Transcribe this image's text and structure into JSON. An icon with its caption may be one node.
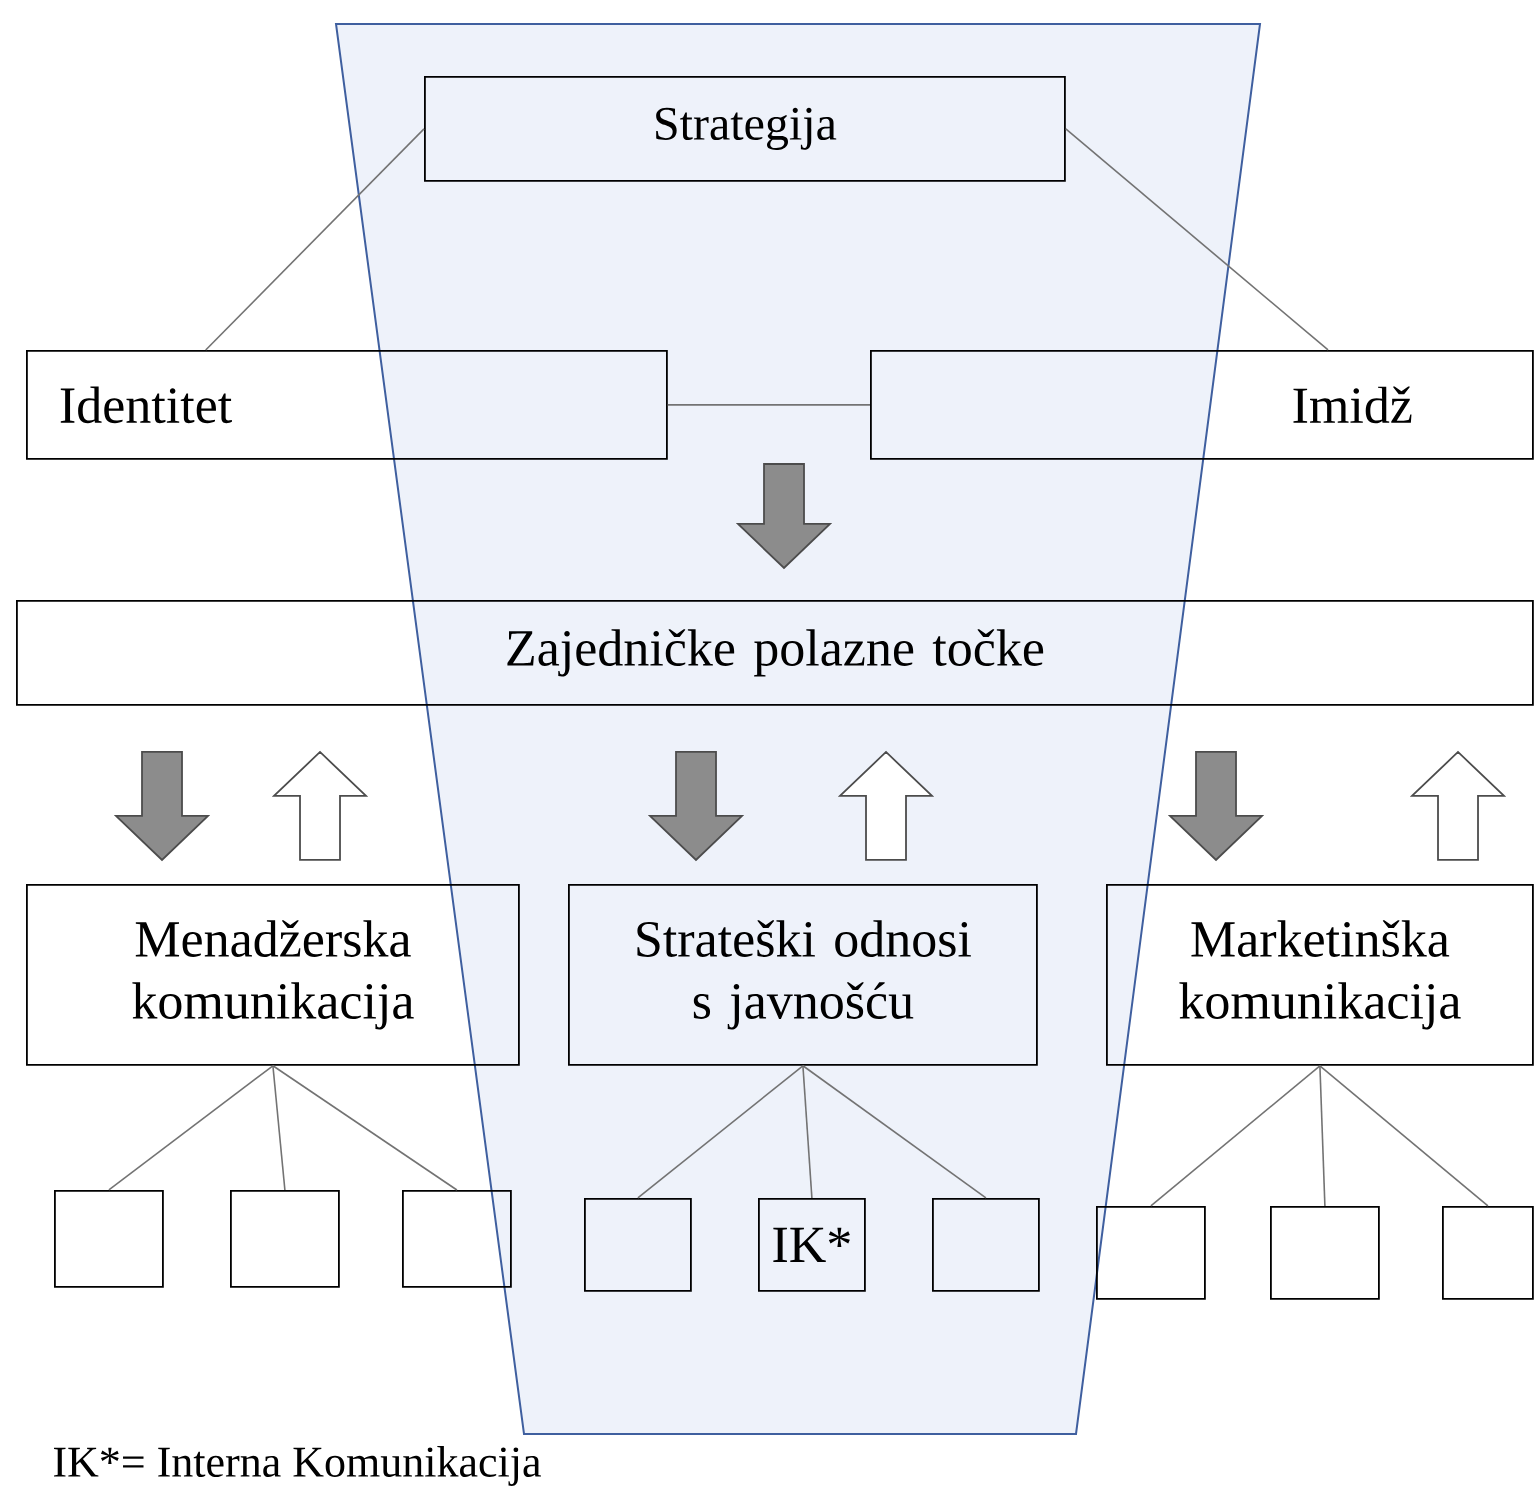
{
  "diagram": {
    "nodes": [
      {
        "text": [
          "Strategija"
        ]
      },
      {
        "text": [
          "Identitet"
        ]
      },
      {
        "text": [
          "Imidž"
        ]
      },
      {
        "text": [
          "Zajedničke polazne točke"
        ]
      },
      {
        "text": [
          "Menadžerska komunikacija"
        ]
      },
      {
        "text": [
          "Strateški odnosi s javnošću"
        ]
      },
      {
        "text": [
          "Marketinška komunikacija"
        ]
      },
      {
        "text": [],
        "shape": "box"
      },
      {
        "text": [],
        "shape": "box"
      },
      {
        "text": [],
        "shape": "box"
      },
      {
        "text": [],
        "shape": "box"
      },
      {
        "text": [
          "IK*"
        ]
      },
      {
        "text": [],
        "shape": "box"
      },
      {
        "text": [],
        "shape": "box"
      },
      {
        "text": [],
        "shape": "box"
      },
      {
        "text": [],
        "shape": "box"
      }
    ],
    "edges": [
      {
        "from": 0,
        "to": 1,
        "arrow": "none"
      },
      {
        "from": 0,
        "to": 2,
        "arrow": "none"
      },
      {
        "from": 1,
        "to": 2,
        "arrow": "none"
      },
      {
        "from": null,
        "to": 3,
        "arrow": "to",
        "style": "thick",
        "color": "#8c8c8c"
      },
      {
        "from": 3,
        "to": 4,
        "arrow": "to",
        "style": "thick",
        "color": "#8c8c8c"
      },
      {
        "from": 4,
        "to": 3,
        "arrow": "to",
        "style": "thick"
      },
      {
        "from": 3,
        "to": 5,
        "arrow": "to",
        "style": "thick",
        "color": "#8c8c8c"
      },
      {
        "from": 5,
        "to": 3,
        "arrow": "to",
        "style": "thick"
      },
      {
        "from": 3,
        "to": 6,
        "arrow": "to",
        "style": "thick",
        "color": "#8c8c8c"
      },
      {
        "from": 6,
        "to": 3,
        "arrow": "to",
        "style": "thick"
      },
      {
        "from": 4,
        "to": 7,
        "arrow": "none"
      },
      {
        "from": 4,
        "to": 8,
        "arrow": "none"
      },
      {
        "from": 4,
        "to": 9,
        "arrow": "none"
      },
      {
        "from": 5,
        "to": 10,
        "arrow": "none"
      },
      {
        "from": 5,
        "to": 11,
        "arrow": "none"
      },
      {
        "from": 5,
        "to": 12,
        "arrow": "none"
      },
      {
        "from": 6,
        "to": 13,
        "arrow": "none"
      },
      {
        "from": 6,
        "to": 14,
        "arrow": "none"
      },
      {
        "from": 6,
        "to": 15,
        "arrow": "none"
      }
    ],
    "labels": [
      "IK*= Interna Komunikacija"
    ]
  }
}
